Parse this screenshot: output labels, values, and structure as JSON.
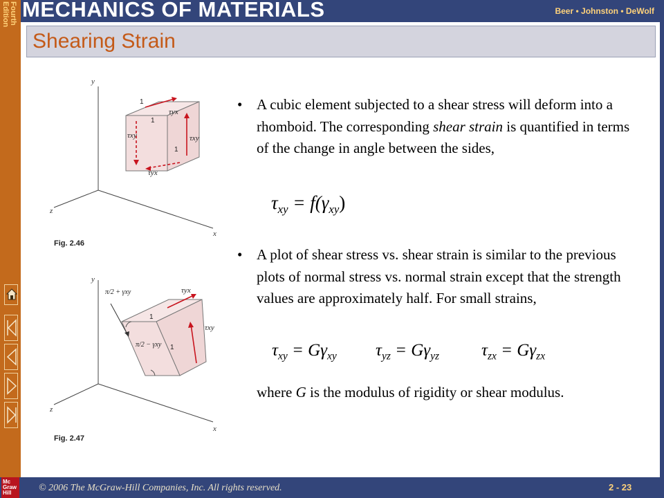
{
  "header": {
    "edition_line1": "Fourth",
    "edition_line2": "Edition",
    "course_title": "MECHANICS OF MATERIALS",
    "authors": "Beer • Johnston • DeWolf"
  },
  "slide": {
    "title": "Shearing Strain",
    "bullet1": {
      "text_before": "A cubic element subjected to a shear stress will deform into a rhomboid.  The corresponding ",
      "emphasis": "shear strain",
      "text_after": " is quantified in terms of the change in angle between the sides,"
    },
    "eq1": {
      "lhs": "τ",
      "lhs_sub": "xy",
      "rhs": "= f(γ",
      "rhs_sub": "xy",
      "close": ")"
    },
    "bullet2": {
      "text": "A plot of shear stress vs. shear strain is similar to the previous plots of normal stress vs. normal strain except that the strength values are approximately half.  For small strains,"
    },
    "eq2": [
      {
        "lhs": "τ",
        "lhs_sub": "xy",
        "rhs": "= Gγ",
        "rhs_sub": "xy"
      },
      {
        "lhs": "τ",
        "lhs_sub": "yz",
        "rhs": "= Gγ",
        "rhs_sub": "yz"
      },
      {
        "lhs": "τ",
        "lhs_sub": "zx",
        "rhs": "= Gγ",
        "rhs_sub": "zx"
      }
    ],
    "where": {
      "prefix": "where ",
      "symbol": "G",
      "suffix": " is the modulus of rigidity or shear modulus."
    }
  },
  "figures": {
    "fig46": {
      "caption": "Fig. 2.46",
      "axis_x": "x",
      "axis_y": "y",
      "axis_z": "z",
      "label_tau_yx_top": "τyx",
      "label_tau_xy_left": "τxy",
      "label_tau_xy_right": "τxy",
      "label_tau_yx_bottom": "τyx",
      "label_one_a": "1",
      "label_one_b": "1",
      "label_one_c": "1"
    },
    "fig47": {
      "caption": "Fig. 2.47",
      "axis_x": "x",
      "axis_y": "y",
      "axis_z": "z",
      "label_angle_top": "π/2 + γxy",
      "label_angle_bottom": "π/2 − γxy",
      "label_tau_yx": "τyx",
      "label_tau_xy": "τxy",
      "label_one_a": "1",
      "label_one_b": "1"
    }
  },
  "footer": {
    "logo_line1": "Mc",
    "logo_line2": "Graw",
    "logo_line3": "Hill",
    "copyright": "© 2006 The McGraw-Hill Companies, Inc.  All rights reserved.",
    "page_number": "2 - 23"
  },
  "nav": {
    "home_icon": "home-icon",
    "first_icon": "first-slide-icon",
    "prev_icon": "previous-slide-icon",
    "next_icon": "next-slide-icon",
    "last_icon": "last-slide-icon"
  },
  "colors": {
    "frame_blue": "#33457a",
    "frame_orange": "#c36a1c",
    "title_orange": "#c45a18",
    "title_bar": "#d4d4de",
    "authors_yellow": "#ffd27a",
    "arrow_red": "#c8141e",
    "cube_face": "#f3dede"
  }
}
